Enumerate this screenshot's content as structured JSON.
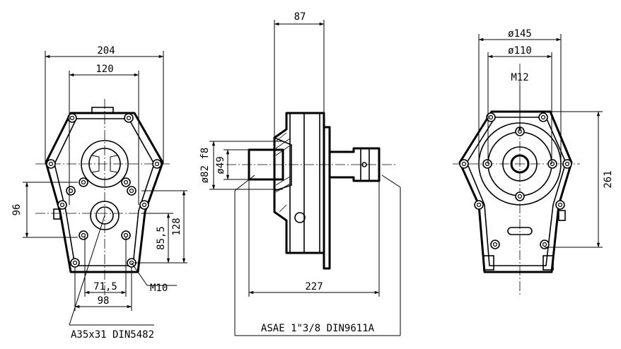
{
  "drawing": {
    "left_view": {
      "dim_width_total": "204",
      "dim_width_inner": "120",
      "dim_height_left": "96",
      "dim_height_85": "85,5",
      "dim_height_128": "128",
      "dim_bottom_71": "71,5",
      "dim_bottom_98": "98",
      "thread_label": "M10",
      "shaft_label": "A35x31 DIN5482"
    },
    "center_view": {
      "dim_top": "87",
      "dim_diam_outer": "ø82 f8",
      "dim_diam_inner": "ø49",
      "dim_length": "227",
      "shaft_label": "ASAE 1\"3/8 DIN9611A"
    },
    "right_view": {
      "dim_diam_145": "ø145",
      "dim_diam_110": "ø110",
      "thread_label": "M12",
      "dim_height": "261"
    }
  }
}
